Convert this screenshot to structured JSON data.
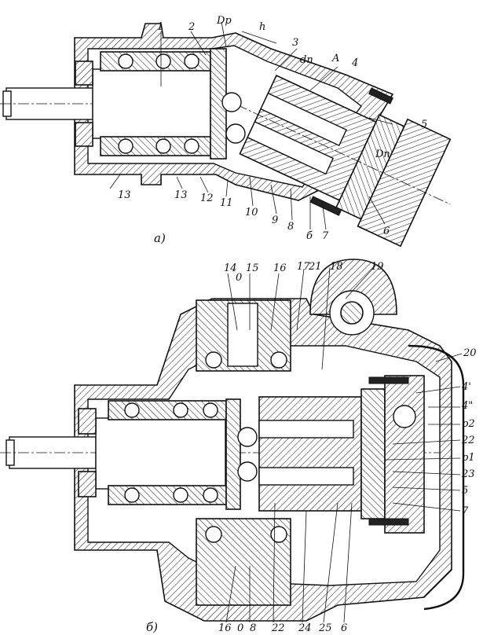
{
  "figure_a": {
    "caption": "а)",
    "labels": [
      {
        "id": "1",
        "text": "1"
      },
      {
        "id": "2",
        "text": "2"
      },
      {
        "id": "Dp",
        "text": "Dp"
      },
      {
        "id": "h",
        "text": "h"
      },
      {
        "id": "3",
        "text": "3"
      },
      {
        "id": "dn",
        "text": "dп"
      },
      {
        "id": "A",
        "text": "A"
      },
      {
        "id": "4",
        "text": "4"
      },
      {
        "id": "5",
        "text": "5"
      },
      {
        "id": "Dn",
        "text": "Dп"
      },
      {
        "id": "13a",
        "text": "13"
      },
      {
        "id": "13b",
        "text": "13"
      },
      {
        "id": "12",
        "text": "12"
      },
      {
        "id": "11",
        "text": "11"
      },
      {
        "id": "10",
        "text": "10"
      },
      {
        "id": "9",
        "text": "9"
      },
      {
        "id": "8",
        "text": "8"
      },
      {
        "id": "b6",
        "text": "б"
      },
      {
        "id": "7",
        "text": "7"
      },
      {
        "id": "6",
        "text": "6"
      }
    ]
  },
  "figure_b": {
    "caption": "б)",
    "labels": [
      {
        "id": "14",
        "text": "14"
      },
      {
        "id": "O1",
        "text": "0"
      },
      {
        "id": "15",
        "text": "15"
      },
      {
        "id": "16a",
        "text": "16"
      },
      {
        "id": "17",
        "text": "17"
      },
      {
        "id": "21",
        "text": "21"
      },
      {
        "id": "18",
        "text": "18"
      },
      {
        "id": "19",
        "text": "19"
      },
      {
        "id": "20",
        "text": "20"
      },
      {
        "id": "4p",
        "text": "4'"
      },
      {
        "id": "4pp",
        "text": "4\""
      },
      {
        "id": "p2",
        "text": "p2"
      },
      {
        "id": "22a",
        "text": "22"
      },
      {
        "id": "p1",
        "text": "p1"
      },
      {
        "id": "23",
        "text": "23"
      },
      {
        "id": "5",
        "text": "5"
      },
      {
        "id": "7",
        "text": "7"
      },
      {
        "id": "16b",
        "text": "16"
      },
      {
        "id": "O2",
        "text": "0"
      },
      {
        "id": "8",
        "text": "8"
      },
      {
        "id": "22b",
        "text": "22"
      },
      {
        "id": "24",
        "text": "24"
      },
      {
        "id": "25",
        "text": "25"
      },
      {
        "id": "6",
        "text": "6"
      }
    ]
  }
}
